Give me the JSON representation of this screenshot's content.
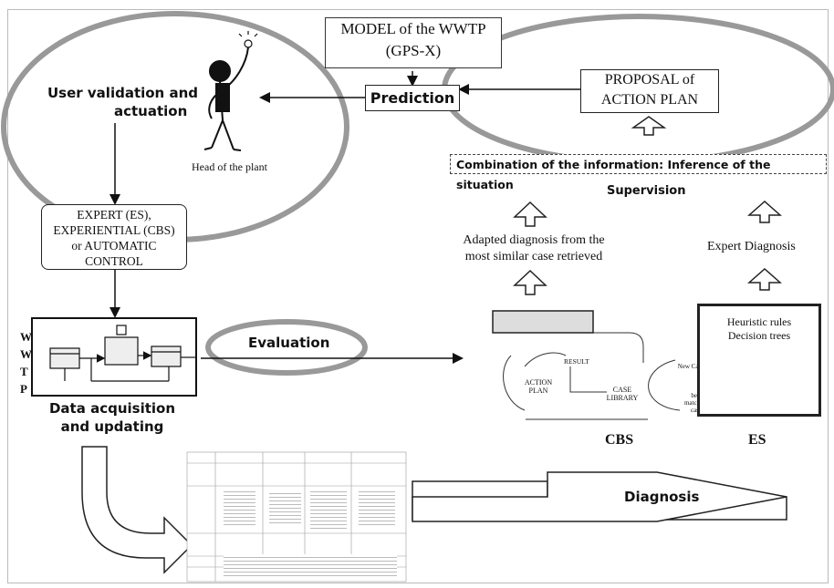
{
  "model": {
    "line1": "MODEL of the WWTP",
    "line2": "(GPS-X)"
  },
  "prediction": "Prediction",
  "proposal": {
    "line1": "PROPOSAL of",
    "line2": "ACTION PLAN"
  },
  "user_validation": {
    "line1": "User validation and",
    "line2": "actuation"
  },
  "head_of_plant": "Head of the plant",
  "combination": "Combination of the information: Inference of the situation",
  "supervision": "Supervision",
  "adapted": {
    "line1": "Adapted diagnosis from the",
    "line2": "most similar case retrieved"
  },
  "expert_diagnosis": "Expert Diagnosis",
  "control_box": {
    "line1": "EXPERT (ES),",
    "line2": "EXPERIENTIAL (CBS)",
    "line3": "or AUTOMATIC",
    "line4": "CONTROL"
  },
  "wwtp_letters": [
    "W",
    "W",
    "T",
    "P"
  ],
  "evaluation": "Evaluation",
  "data_acq": {
    "line1": "Data acquisition",
    "line2": "and updating"
  },
  "cbs_inner": {
    "action_plan": "ACTION PLAN",
    "case_library": "CASE LIBRARY",
    "result": "RESULT",
    "new_case": "New Case",
    "best_case": "best matching case"
  },
  "es_box": {
    "line1": "Heuristic rules",
    "line2": "Decision trees"
  },
  "cbs_label": "CBS",
  "es_label": "ES",
  "diagnosis": "Diagnosis"
}
